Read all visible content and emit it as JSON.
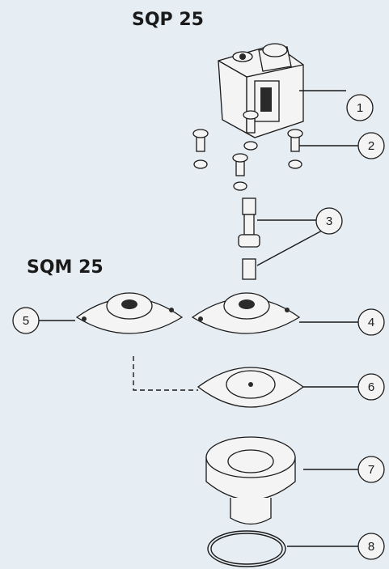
{
  "titles": {
    "top": "SQP 25",
    "middle": "SQM 25"
  },
  "callouts": [
    "1",
    "2",
    "3",
    "4",
    "5",
    "6",
    "7",
    "8"
  ]
}
